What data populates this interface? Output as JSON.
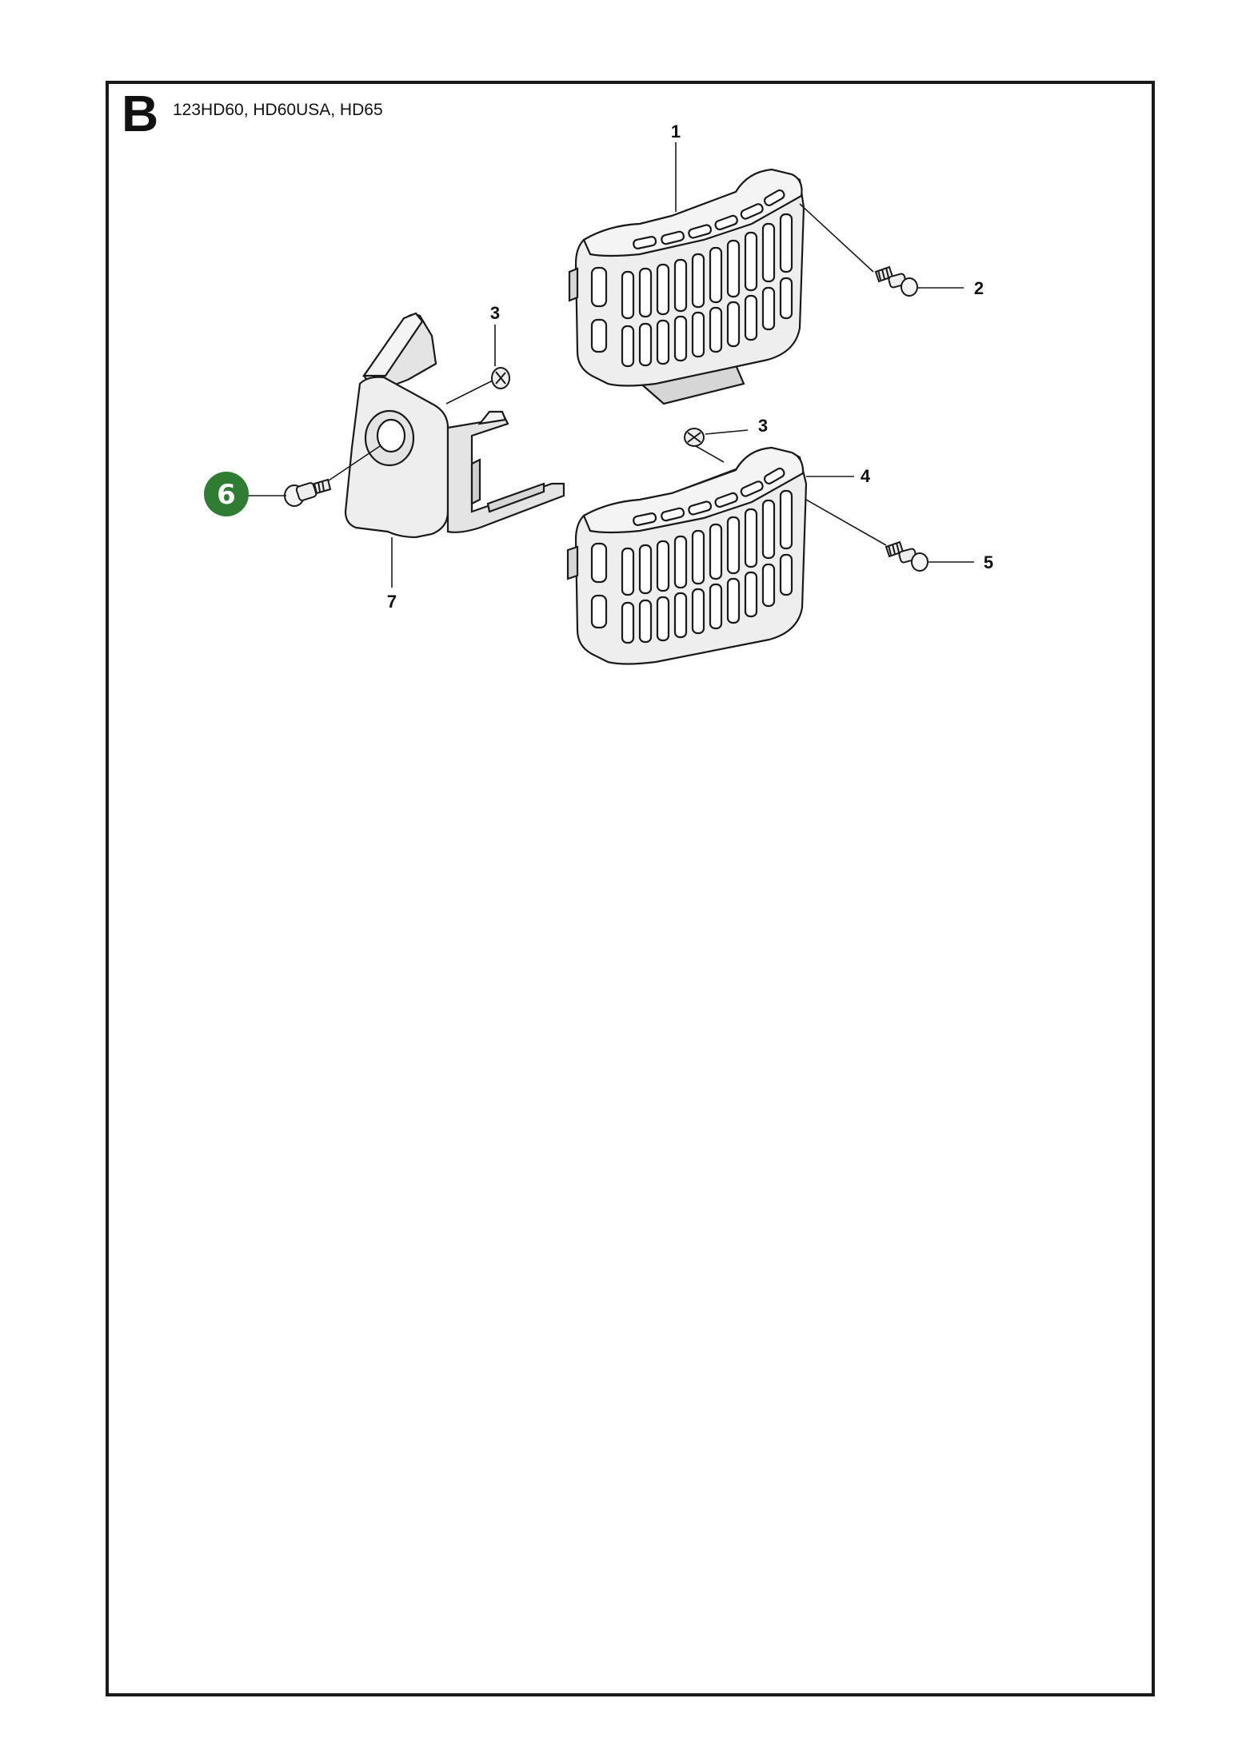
{
  "header": {
    "section_letter": "B",
    "models": "123HD60, HD60USA, HD65"
  },
  "parts": {
    "p1": "1",
    "p2": "2",
    "p3a": "3",
    "p3b": "3",
    "p4": "4",
    "p5": "5",
    "p7": "7"
  },
  "highlight": {
    "number": "6",
    "color": "#2e7d32"
  },
  "colors": {
    "outline": "#1a1a1a",
    "part_fill": "#eeeeee",
    "part_shade": "#d6d6d6"
  }
}
